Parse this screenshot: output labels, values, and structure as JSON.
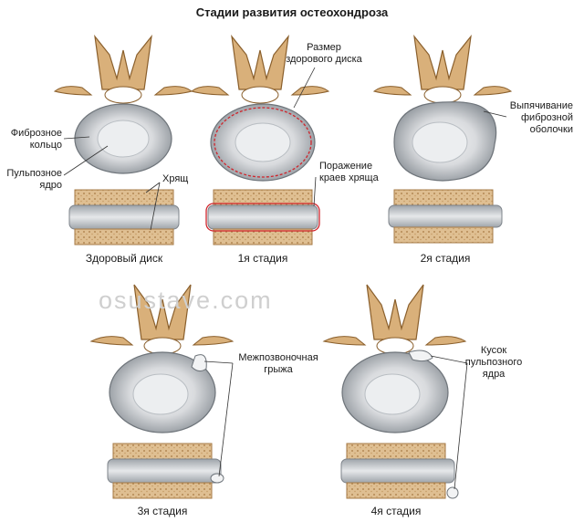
{
  "title": "Стадии развития остеохондроза",
  "watermark": "osustave.com",
  "labels": {
    "fibrous_ring": "Фиброзное\nкольцо",
    "pulpous_nucleus": "Пульпозное\nядро",
    "cartilage": "Хрящ",
    "healthy_disc_size": "Размер\nздорового диска",
    "cartilage_damage": "Поражение\nкраев хряща",
    "fibrous_bulging": "Выпячивание\nфиброзной\nоболочки",
    "intervertebral_hernia": "Межпозвоночная\nгрыжа",
    "nucleus_fragment": "Кусок\nпульпозного\nядра"
  },
  "captions": {
    "healthy": "Здоровый диск",
    "stage1": "1я стадия",
    "stage2": "2я стадия",
    "stage3": "3я стадия",
    "stage4": "4я стадия"
  },
  "colors": {
    "bone": "#d9b07a",
    "bone_dark": "#a57a45",
    "disc": "#d7d9dc",
    "disc_dark": "#9aa0a6",
    "cartilage": "#e2c29a",
    "damage": "#d0242b"
  }
}
